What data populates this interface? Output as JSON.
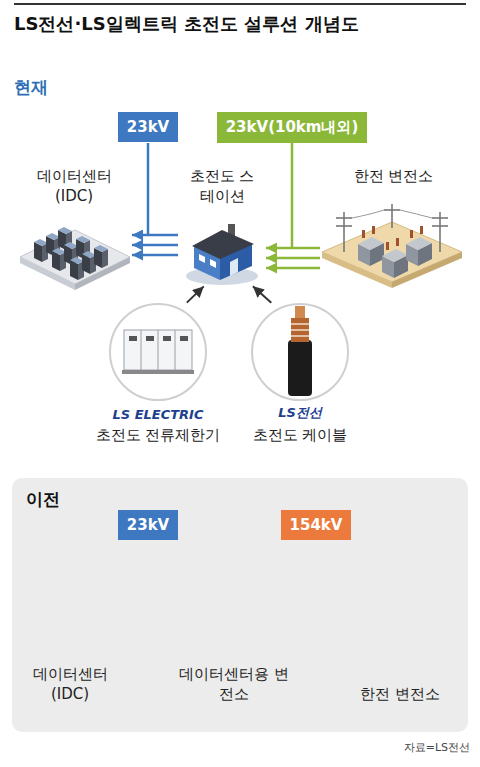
{
  "diagram": {
    "title": "LS전선·LS일렉트릭 초전도 설루션 개념도",
    "caption": "자료=LS전선",
    "nodes": [
      {
        "text": [
          "23kV"
        ]
      },
      {
        "text": [
          "23kV(10km내외)"
        ]
      },
      {
        "text": [
          "데이터센터 (IDC)"
        ]
      },
      {
        "text": [
          "초전도 스테이션"
        ]
      },
      {
        "text": [
          "한전 변전소"
        ]
      },
      {
        "text": [
          "LS ELECTRIC",
          "초전도 전류제한기"
        ]
      },
      {
        "text": [
          "LS전선",
          "초전도 케이블"
        ]
      },
      {
        "text": [
          "이전"
        ]
      },
      {
        "text": [
          "23kV"
        ],
        "in": 7
      },
      {
        "text": [
          "154kV"
        ],
        "in": 7
      },
      {
        "text": [
          "데이터센터 (IDC)"
        ],
        "in": 7
      },
      {
        "text": [
          "데이터센터용 변전소"
        ],
        "in": 7
      },
      {
        "text": [
          "한전 변전소"
        ],
        "in": 7
      }
    ],
    "edges": [
      {
        "from": 3,
        "to": 2,
        "arrow": "to"
      },
      {
        "from": 4,
        "to": 3,
        "arrow": "to"
      },
      {
        "from": 5,
        "to": 3,
        "arrow": "to"
      },
      {
        "from": 6,
        "to": 3,
        "arrow": "to"
      },
      {
        "from": 11,
        "to": 10,
        "arrow": "to"
      },
      {
        "from": 12,
        "to": 11,
        "arrow": "to"
      }
    ],
    "labels": [
      "현재"
    ]
  }
}
